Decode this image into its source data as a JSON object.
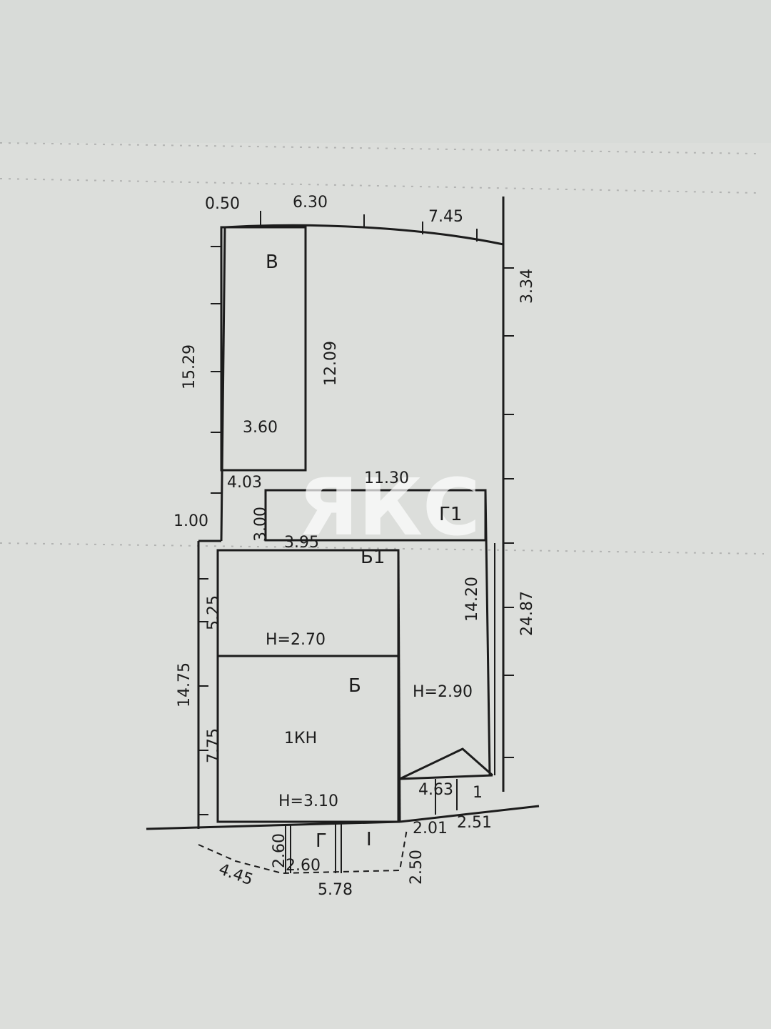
{
  "plan": {
    "buildings": {
      "v": {
        "letter": "В",
        "width": "3.60",
        "length": "12.09"
      },
      "g1": {
        "letter": "Г1",
        "length": "11.30",
        "width": "3.00"
      },
      "b1": {
        "letter": "Б1",
        "height": "H=2.70",
        "side": "5.25",
        "top": "3.95"
      },
      "b": {
        "letter": "Б",
        "room": "1КН",
        "height": "H=3.10",
        "side": "7.75"
      },
      "yard_height": "H=2.90",
      "g_small": "Г",
      "porch": "I"
    },
    "dimensions": {
      "top_a": "0.50",
      "top_b": "6.30",
      "top_c": "7.45",
      "right_a": "3.34",
      "right_b": "24.87",
      "right_c": "14.20",
      "left_a": "15.29",
      "left_b": "1.00",
      "left_c": "14.75",
      "mid_a": "4.03",
      "bottom_a": "4.63",
      "bottom_b": "1",
      "bottom_c": "2.01",
      "bottom_d": "2.51",
      "bottom_e": "2.50",
      "bottom_f": "2.60",
      "bottom_g": "2.60",
      "bottom_h": "5.78",
      "bottom_i": "4.45"
    },
    "watermark": "ЯКС",
    "colors": {
      "paper": "#dcdedb",
      "ink": "#1c1c1c",
      "watermark": "#ffffff"
    }
  }
}
